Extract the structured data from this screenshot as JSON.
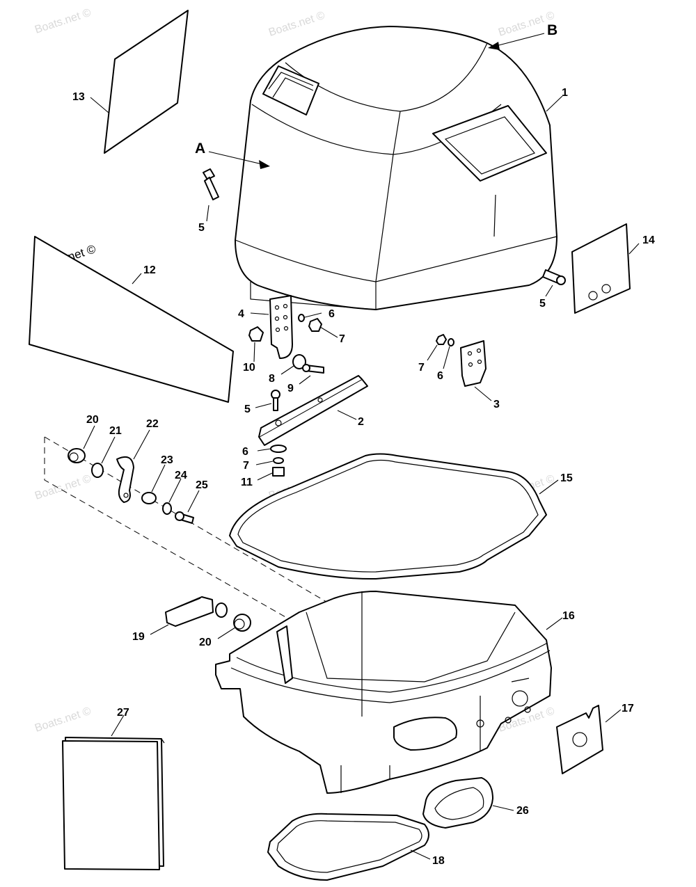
{
  "watermark": "Boats.net ©",
  "reference_labels": [
    "A",
    "B"
  ],
  "part_numbers": [
    "1",
    "2",
    "3",
    "4",
    "5",
    "5",
    "5",
    "6",
    "6",
    "6",
    "7",
    "7",
    "7",
    "8",
    "9",
    "10",
    "11",
    "12",
    "13",
    "14",
    "15",
    "16",
    "17",
    "18",
    "19",
    "20",
    "20",
    "21",
    "22",
    "23",
    "24",
    "25",
    "26",
    "27"
  ]
}
